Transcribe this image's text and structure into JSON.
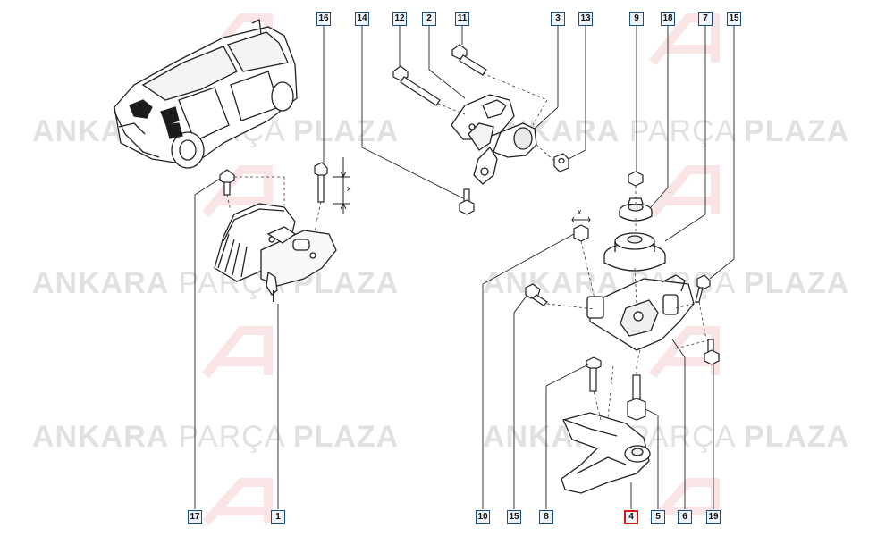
{
  "watermark": {
    "word1": "ANKARA",
    "word2": "PARÇA",
    "word3": "PLAZA"
  },
  "callouts": {
    "c16": "16",
    "c14": "14",
    "c12": "12",
    "c2": "2",
    "c11": "11",
    "c3": "3",
    "c13": "13",
    "c9": "9",
    "c18": "18",
    "c7": "7",
    "c15a": "15",
    "c17": "17",
    "c1": "1",
    "c10": "10",
    "c15b": "15",
    "c8": "8",
    "c4": "4",
    "c5": "5",
    "c6": "6",
    "c19": "19"
  },
  "dimension_label": "x",
  "highlight_color": "#d01818",
  "callout_border_color": "#1a4f86"
}
